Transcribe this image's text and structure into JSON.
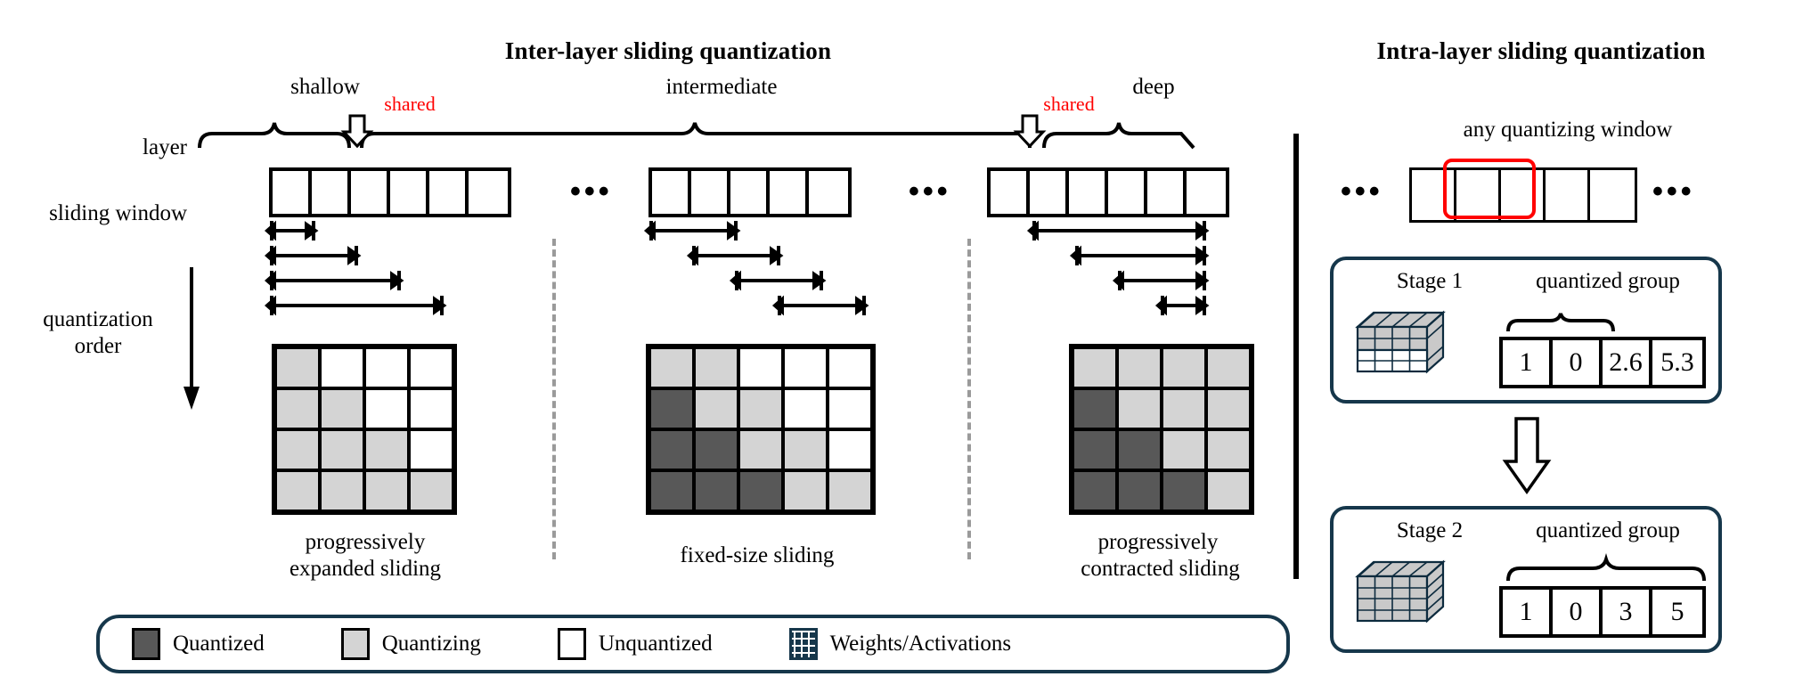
{
  "titles": {
    "inter": "Inter-layer sliding quantization",
    "intra": "Intra-layer sliding quantization"
  },
  "left_panel": {
    "row_labels": {
      "layer": "layer",
      "sliding_window": "sliding window",
      "quantization_order_line1": "quantization",
      "quantization_order_line2": "order"
    },
    "brace_labels": {
      "shallow": "shallow",
      "intermediate": "intermediate",
      "deep": "deep",
      "shared_left": "shared",
      "shared_right": "shared"
    },
    "ellipsis": "•••",
    "groups": [
      {
        "name": "shallow",
        "cells": 6,
        "caption_line1": "progressively",
        "caption_line2": "expanded sliding",
        "matrix": {
          "rows": 4,
          "cols": 4,
          "states": [
            [
              "quantizing",
              "unquantized",
              "unquantized",
              "unquantized"
            ],
            [
              "quantizing",
              "quantizing",
              "unquantized",
              "unquantized"
            ],
            [
              "quantizing",
              "quantizing",
              "quantizing",
              "unquantized"
            ],
            [
              "quantizing",
              "quantizing",
              "quantizing",
              "quantizing"
            ]
          ]
        },
        "windows": [
          {
            "start": 0,
            "span": 1
          },
          {
            "start": 0,
            "span": 2
          },
          {
            "start": 0,
            "span": 3
          },
          {
            "start": 0,
            "span": 4
          }
        ]
      },
      {
        "name": "intermediate",
        "cells": 5,
        "caption_line1": "fixed-size sliding",
        "caption_line2": "",
        "matrix": {
          "rows": 4,
          "cols": 5,
          "states": [
            [
              "quantizing",
              "quantizing",
              "unquantized",
              "unquantized",
              "unquantized"
            ],
            [
              "quantized",
              "quantizing",
              "quantizing",
              "unquantized",
              "unquantized"
            ],
            [
              "quantized",
              "quantized",
              "quantizing",
              "quantizing",
              "unquantized"
            ],
            [
              "quantized",
              "quantized",
              "quantized",
              "quantizing",
              "quantizing"
            ]
          ]
        },
        "windows": [
          {
            "start": 0,
            "span": 2
          },
          {
            "start": 1,
            "span": 2
          },
          {
            "start": 2,
            "span": 2
          },
          {
            "start": 3,
            "span": 2
          }
        ]
      },
      {
        "name": "deep",
        "cells": 6,
        "caption_line1": "progressively",
        "caption_line2": "contracted sliding",
        "matrix": {
          "rows": 4,
          "cols": 4,
          "states": [
            [
              "quantizing",
              "quantizing",
              "quantizing",
              "quantizing"
            ],
            [
              "quantized",
              "quantizing",
              "quantizing",
              "quantizing"
            ],
            [
              "quantized",
              "quantized",
              "quantizing",
              "quantizing"
            ],
            [
              "quantized",
              "quantized",
              "quantized",
              "quantizing"
            ]
          ]
        },
        "windows": [
          {
            "start": 0,
            "span": 4
          },
          {
            "start": 1,
            "span": 3
          },
          {
            "start": 2,
            "span": 2
          },
          {
            "start": 3,
            "span": 1
          }
        ]
      }
    ]
  },
  "right_panel": {
    "window_label": "any quantizing window",
    "ellipsis_left": "•••",
    "ellipsis_right": "•••",
    "strip_states": [
      "quantized",
      "quantizing",
      "quantizing",
      "unquantized",
      "unquantized"
    ],
    "highlight_color": "#ff0000",
    "stages": [
      {
        "name": "Stage 1",
        "group_label": "quantized group",
        "values": [
          "1",
          "0",
          "2.6",
          "5.3"
        ],
        "brace_span": [
          0,
          2
        ],
        "cube_top_rows_shaded": 2
      },
      {
        "name": "Stage 2",
        "group_label": "quantized group",
        "values": [
          "1",
          "0",
          "3",
          "5"
        ],
        "brace_span": [
          0,
          4
        ],
        "cube_top_rows_shaded": 4
      }
    ]
  },
  "legend": {
    "items": [
      {
        "label": "Quantized",
        "swatch": "quantized",
        "color": "#585858"
      },
      {
        "label": "Quantizing",
        "swatch": "quantizing",
        "color": "#d4d4d4"
      },
      {
        "label": "Unquantized",
        "swatch": "unquantized",
        "color": "#ffffff"
      },
      {
        "label": "Weights/Activations",
        "swatch": "weights",
        "color": "#16374b"
      }
    ]
  },
  "colors": {
    "quantized": "#585858",
    "quantizing": "#d4d4d4",
    "unquantized": "#ffffff",
    "accent_navy": "#16374b",
    "accent_red": "#ff0000",
    "divider_gray": "#9a9a9a"
  }
}
